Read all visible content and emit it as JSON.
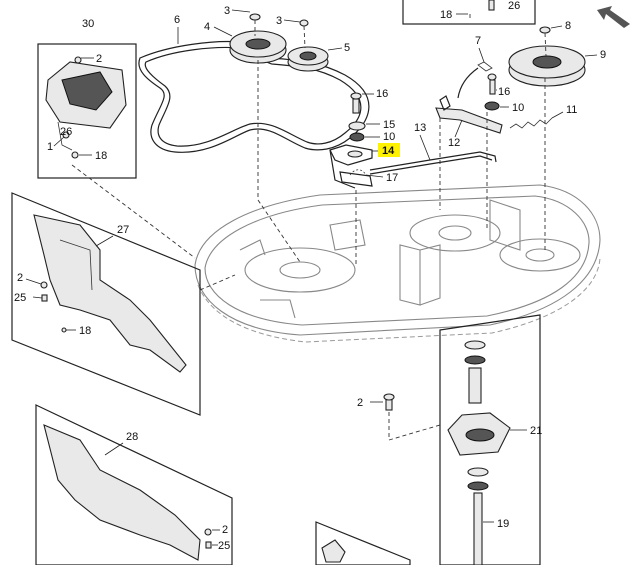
{
  "callouts": {
    "c1": "1",
    "c2a": "2",
    "c2b": "2",
    "c2c": "2",
    "c2d": "2",
    "c3a": "3",
    "c3b": "3",
    "c4": "4",
    "c5": "5",
    "c6": "6",
    "c7": "7",
    "c8": "8",
    "c9": "9",
    "c10a": "10",
    "c10b": "10",
    "c11": "11",
    "c12": "12",
    "c13": "13",
    "c14": "14",
    "c15": "15",
    "c16a": "16",
    "c16b": "16",
    "c17": "17",
    "c18a": "18",
    "c18b": "18",
    "c18c": "18",
    "c19": "19",
    "c21": "21",
    "c25a": "25",
    "c25b": "25",
    "c26a": "26",
    "c26b": "26",
    "c27": "27",
    "c28": "28",
    "c30": "30"
  },
  "colors": {
    "highlight": "#fff200",
    "line": "#222222",
    "deck": "#888888"
  },
  "icons": {
    "nav": "back-arrow-icon"
  }
}
